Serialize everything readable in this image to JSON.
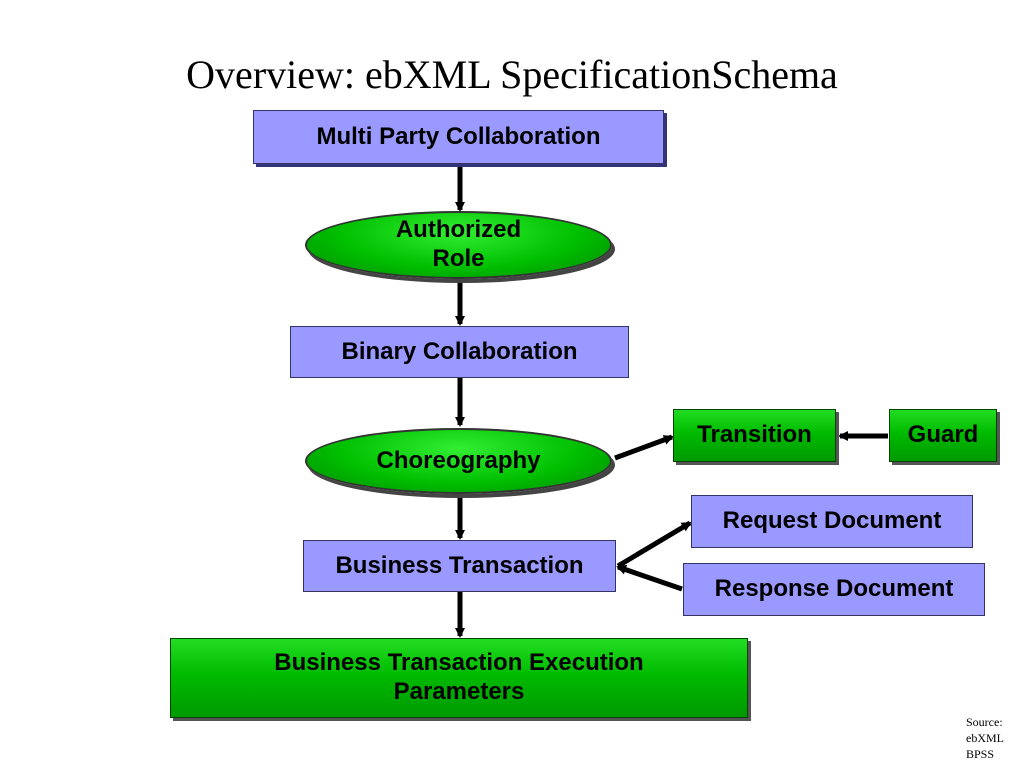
{
  "title": "Overview: ebXML SpecificationSchema",
  "nodes": {
    "multi_party_collaboration": "Multi Party Collaboration",
    "authorized_role": {
      "line1": "Authorized",
      "line2": "Role"
    },
    "binary_collaboration": "Binary Collaboration",
    "choreography": "Choreography",
    "transition": "Transition",
    "guard": "Guard",
    "request_document": "Request Document",
    "response_document": "Response Document",
    "business_transaction": "Business Transaction",
    "business_transaction_execution_parameters": {
      "line1": "Business Transaction Execution",
      "line2": "Parameters"
    }
  },
  "source": {
    "line1": "Source:",
    "line2": "ebXML",
    "line3": "BPSS"
  },
  "colors": {
    "blue_box": "#9999ff",
    "green_box": "#00bb00",
    "arrow": "#000000"
  }
}
